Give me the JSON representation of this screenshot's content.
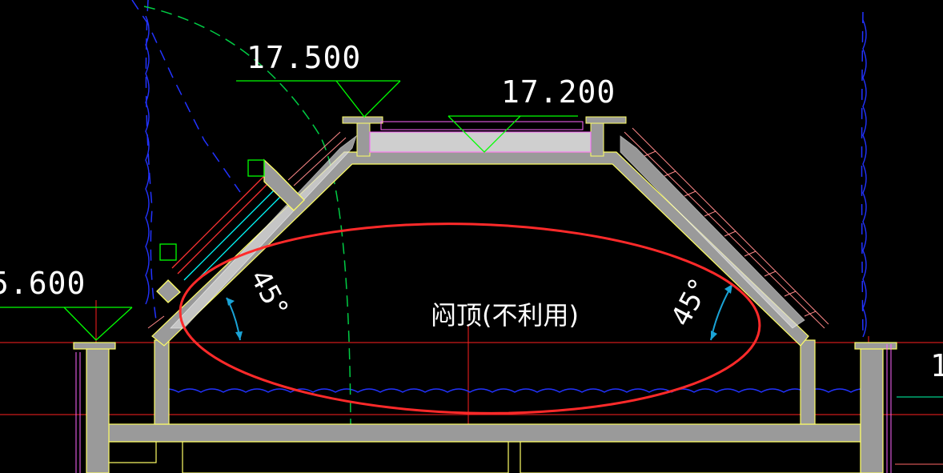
{
  "drawing": {
    "elevations": {
      "ridge_left": "17.500",
      "ridge_right": "17.200",
      "eave_left": "5.600",
      "edge_right": "1"
    },
    "room_note": "闷顶(不利用)",
    "angle_left": "45°",
    "angle_right": "45°"
  },
  "colors": {
    "background": "#000000",
    "wall_fill": "#9a9a9a",
    "outline": "#ffff66",
    "insulation": "#ffffff",
    "elevation_marker": "#00ff00",
    "axis_line": "#ff2020",
    "highlight_ellipse": "#ff2a2a",
    "dashed_arc": "#00cc44",
    "blue_dash": "#2233ff",
    "arrow": "#1aa3d6",
    "magenta": "#ff66ff",
    "cyan": "#00ffff"
  }
}
